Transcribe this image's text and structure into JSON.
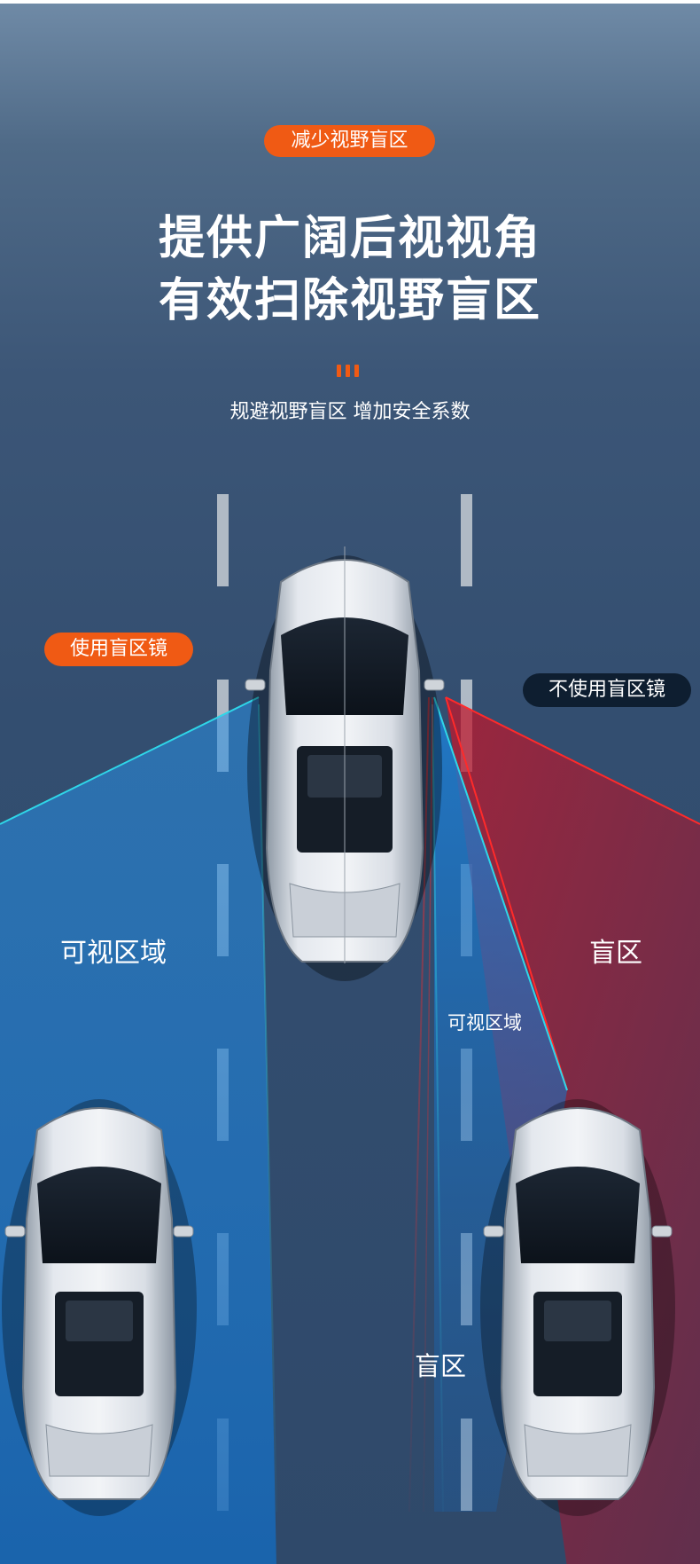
{
  "badge_top": "减少视野盲区",
  "headline": {
    "line1": "提供广阔后视视角",
    "line2": "有效扫除视野盲区"
  },
  "subtitle": "规避视野盲区 增加安全系数",
  "labels": {
    "with_mirror": "使用盲区镜",
    "without_mirror": "不使用盲区镜",
    "visible_zone_left": "可视区域",
    "blind_zone_right": "盲区",
    "visible_zone_middle": "可视区域",
    "blind_zone_bottom": "盲区"
  },
  "colors": {
    "accent": "#f05a14",
    "visible_zone": "#1e7fd0",
    "blind_zone": "#b3182c",
    "cyan_line": "#2fd6e8",
    "red_line": "#ff2a2a"
  }
}
